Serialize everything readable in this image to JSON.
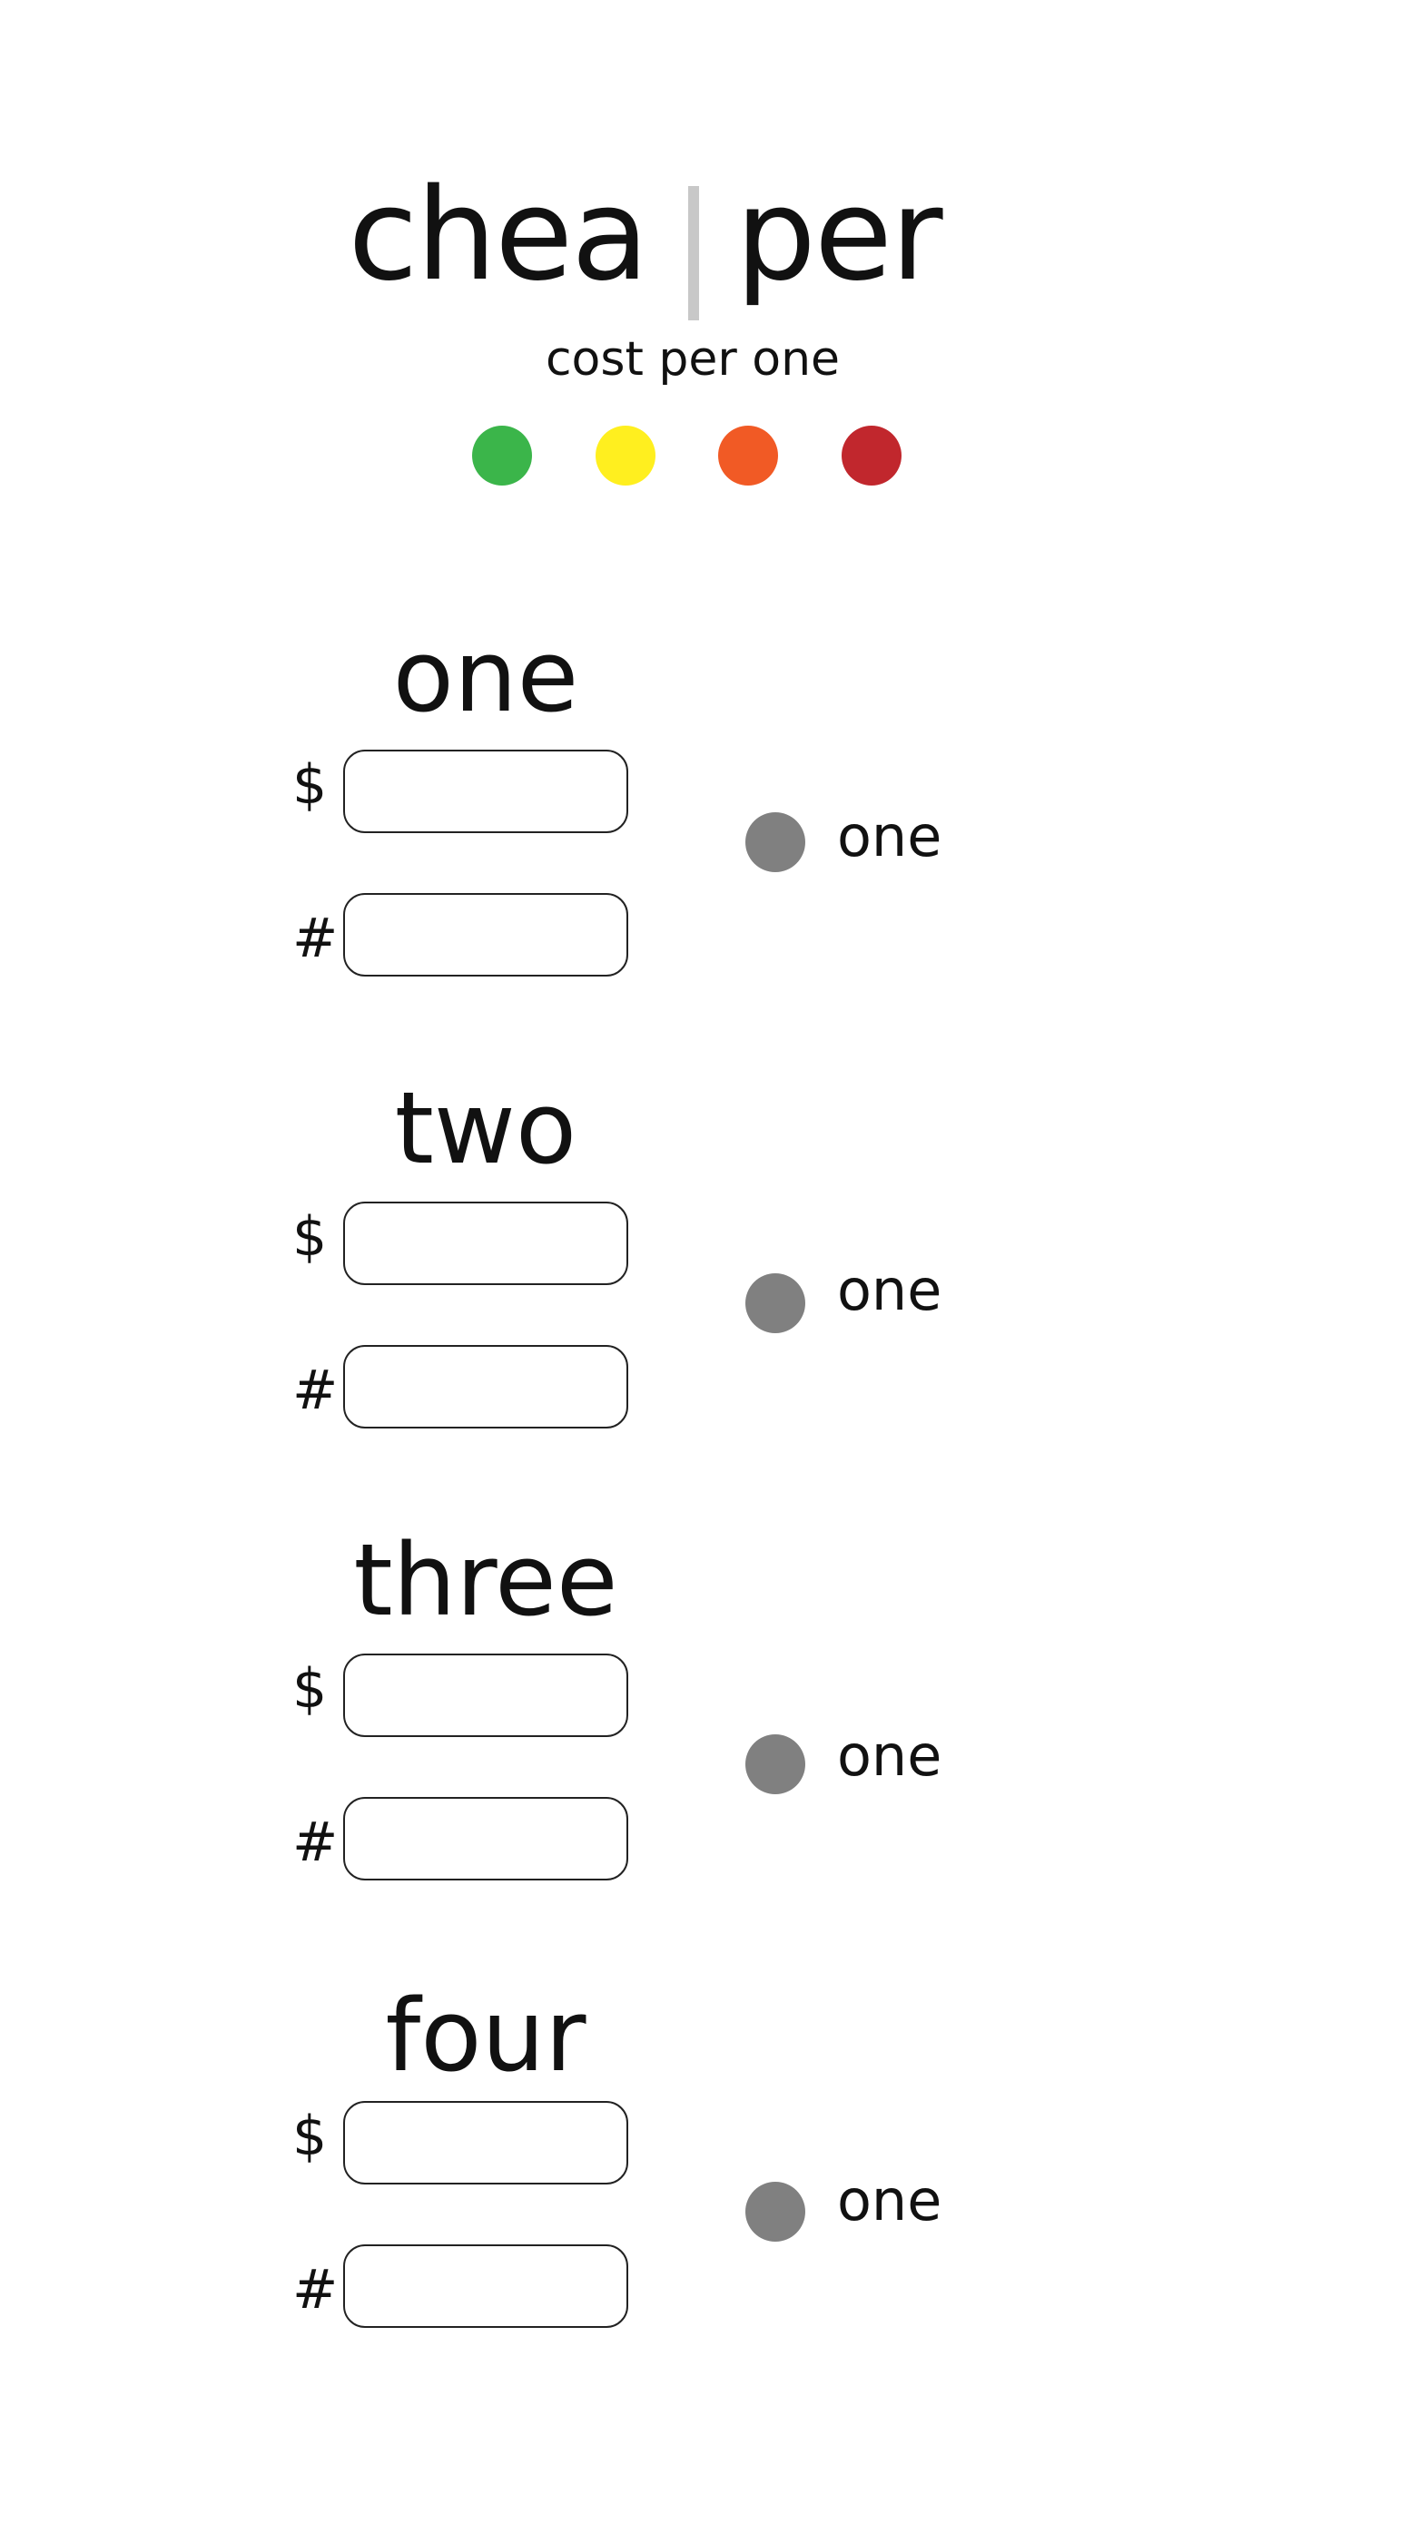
{
  "header": {
    "title_left": "chea",
    "title_right": "per",
    "subtitle": "cost per one"
  },
  "legend": [
    {
      "name": "green",
      "color": "#3bb54a"
    },
    {
      "name": "yellow",
      "color": "#ffef1f"
    },
    {
      "name": "orange",
      "color": "#f15a25"
    },
    {
      "name": "red",
      "color": "#c1272d"
    }
  ],
  "items": [
    {
      "title": "one",
      "price_symbol": "$",
      "count_symbol": "#",
      "price_value": "",
      "count_value": "",
      "result_label": "one",
      "result_color": "#808080"
    },
    {
      "title": "two",
      "price_symbol": "$",
      "count_symbol": "#",
      "price_value": "",
      "count_value": "",
      "result_label": "one",
      "result_color": "#808080"
    },
    {
      "title": "three",
      "price_symbol": "$",
      "count_symbol": "#",
      "price_value": "",
      "count_value": "",
      "result_label": "one",
      "result_color": "#808080"
    },
    {
      "title": "four",
      "price_symbol": "$",
      "count_symbol": "#",
      "price_value": "",
      "count_value": "",
      "result_label": "one",
      "result_color": "#808080"
    }
  ]
}
